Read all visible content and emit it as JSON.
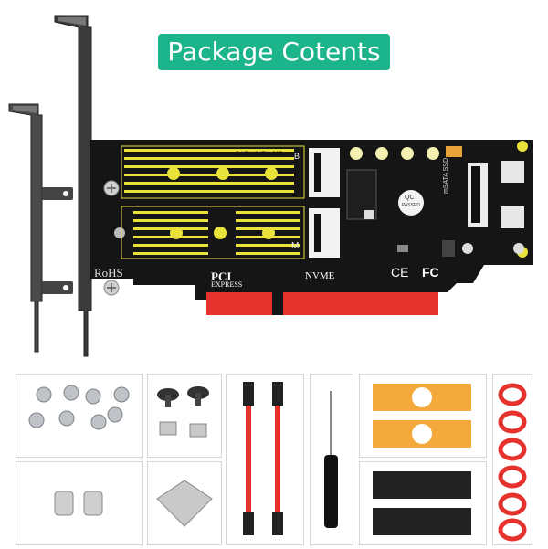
{
  "title": "Package Cotents",
  "board": {
    "rohs": "RoHS",
    "pci": "PCI",
    "express": "EXPRESS",
    "nvme": "NVME",
    "bkey_label": "B  KEY (SATA) SSD",
    "key_b": "B",
    "key_m": "M",
    "msata_label": "mSATA SSD",
    "ce": "CE",
    "fc": "FC",
    "qc_line1": "QC",
    "qc_line2": "PASSED"
  },
  "colors": {
    "badge": "#1cb48b",
    "pcb": "#151515",
    "gold": "#e8e23a",
    "pcie_contacts": "#e5322d",
    "cable": "#e5322d",
    "thermal_pad": "#f3a93c"
  }
}
